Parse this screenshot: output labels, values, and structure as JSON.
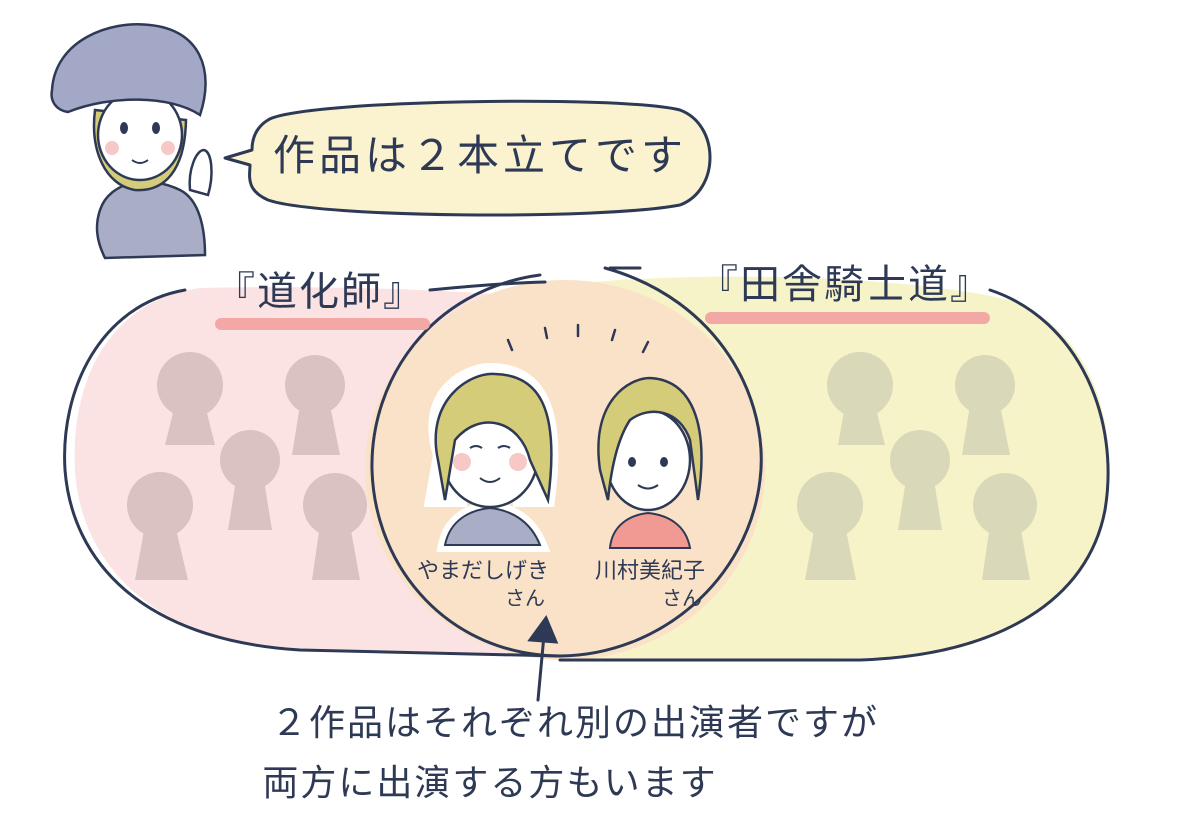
{
  "speech_bubble": {
    "text": "作品は２本立てです"
  },
  "play_left": {
    "title": "『道化師』",
    "highlight_color": "#f4a8a6",
    "area_color": "#fbe3e3"
  },
  "play_right": {
    "title": "『田舎騎士道』",
    "highlight_color": "#f4a8a6",
    "area_color": "#f7f3c9"
  },
  "overlap_color": "#fae2c8",
  "cast_left": {
    "name_line1": "やまだしげき",
    "name_line2": "さん"
  },
  "cast_right": {
    "name_line1": "川村美紀子",
    "name_line2": "さん"
  },
  "caption": {
    "line1": "２作品はそれぞれ別の出演者ですが",
    "line2": "両方に出演する方もいます"
  },
  "colors": {
    "ink": "#2e3a55",
    "silhouette_left": "#d9c2c1",
    "silhouette_right": "#d9d8b8",
    "hair": "#d5cc7a",
    "beret": "#a3a8c6",
    "shirt_left": "#a9aec6",
    "shirt_right": "#f19a93"
  }
}
